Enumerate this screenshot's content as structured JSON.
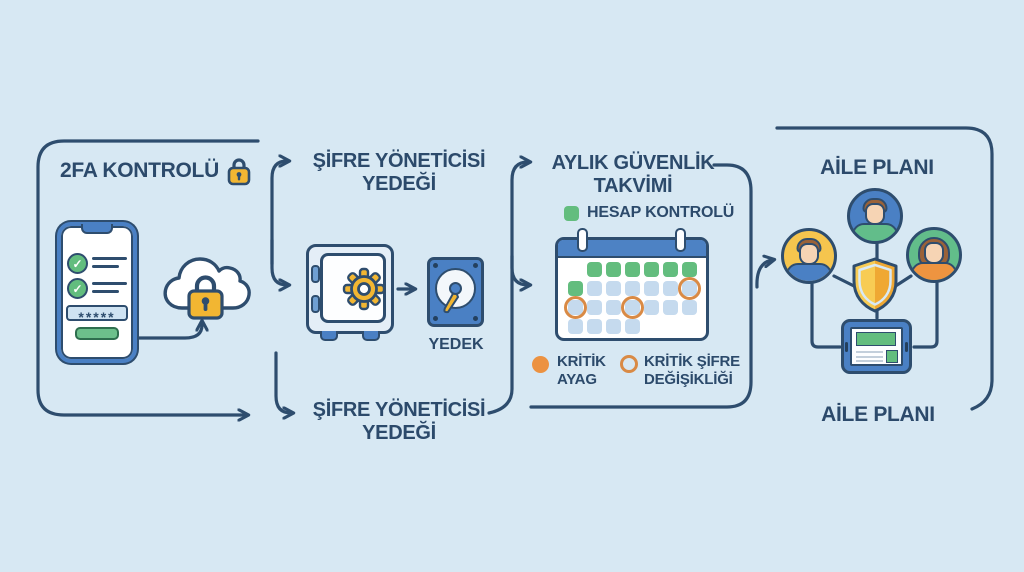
{
  "palette": {
    "background": "#d7e8f3",
    "outline_navy": "#2e4d6e",
    "accent_blue": "#4a80c4",
    "light_blue_fill": "#c5daee",
    "green": "#63bd7e",
    "yellow": "#f2b632",
    "orange": "#ec9241",
    "ring_orange": "#d98a45"
  },
  "icons": [
    "padlock-icon",
    "smartphone-icon",
    "check-icon",
    "cloud-lock-icon",
    "safe-icon",
    "gear-icon",
    "hard-drive-icon",
    "calendar-icon",
    "avatar-icon",
    "shield-icon",
    "tablet-icon",
    "arrow-icon"
  ],
  "step_2fa": {
    "title": "2FA KONTROLÜ",
    "phone": {
      "password_value": "*****"
    }
  },
  "step_backup": {
    "title_top_line1": "ŞİFRE YÖNETİCİSİ",
    "title_top_line2": "YEDEĞİ",
    "disk_label": "YEDEK",
    "title_bottom_line1": "ŞİFRE YÖNETİCİSİ",
    "title_bottom_line2": "YEDEĞİ"
  },
  "step_calendar": {
    "title_line1": "AYLIK GÜVENLİK",
    "title_line2": "TAKVİMİ",
    "legend_top_label": "HESAP KONTROLÜ",
    "grid": [
      [
        "x",
        "g",
        "g",
        "g",
        "g",
        "g",
        "g"
      ],
      [
        "g",
        "b",
        "b",
        "b",
        "b",
        "b",
        "rb"
      ],
      [
        "rb",
        "b",
        "b",
        "rb",
        "b",
        "b",
        "b"
      ],
      [
        "b",
        "b",
        "b",
        "b",
        "x",
        "x",
        "x"
      ]
    ],
    "legend": [
      {
        "marker": "filled-orange-dot",
        "line1": "KRİTİK",
        "line2": "AYAG"
      },
      {
        "marker": "orange-ring",
        "line1": "KRİTİK ŞİFRE",
        "line2": "DEĞİŞİKLİĞİ"
      }
    ]
  },
  "step_family": {
    "title_top": "AİLE PLANI",
    "title_bottom": "AİLE PLANI"
  }
}
